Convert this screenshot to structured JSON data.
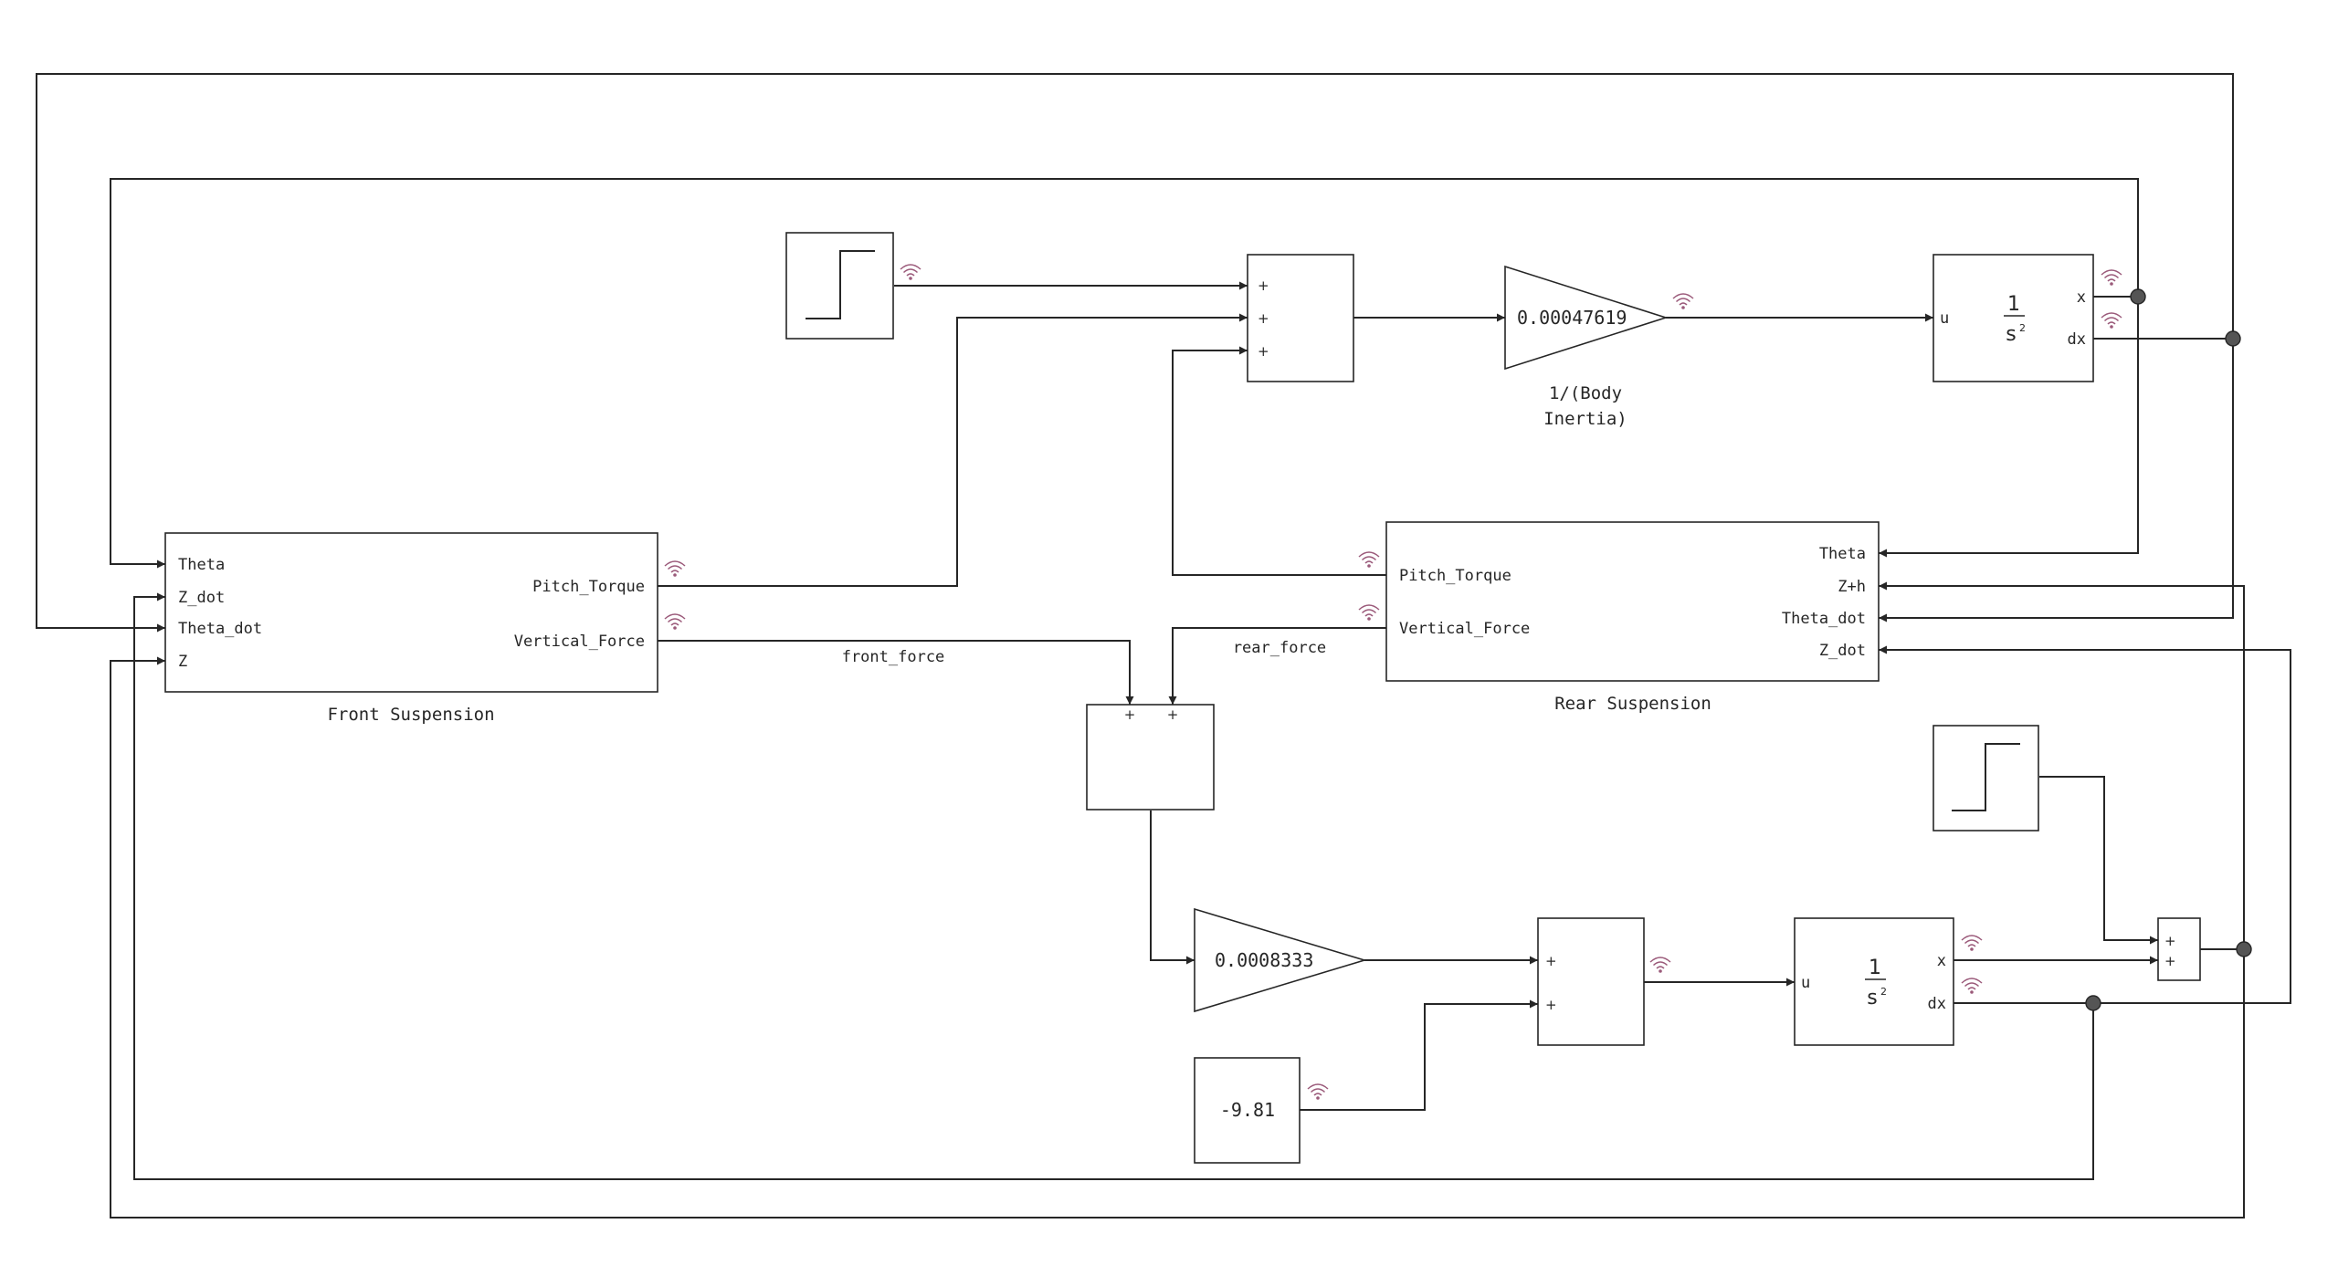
{
  "blocks": {
    "step_top": {},
    "step_right": {},
    "sum_pitch": {
      "signs": [
        "+",
        "+",
        "+"
      ]
    },
    "gain_pitch": {
      "value": "0.00047619",
      "label_line1": "1/(Body",
      "label_line2": "Inertia)"
    },
    "integrator_top": {
      "num": "1",
      "den": "s",
      "exp": "2",
      "in_port": "u",
      "out_x": "x",
      "out_dx": "dx"
    },
    "front_suspension": {
      "title": "Front Suspension",
      "inputs": [
        "Theta",
        "Z_dot",
        "Theta_dot",
        "Z"
      ],
      "outputs": [
        "Pitch_Torque",
        "Vertical_Force"
      ]
    },
    "rear_suspension": {
      "title": "Rear Suspension",
      "inputs": [
        "Theta",
        "Z+h",
        "Theta_dot",
        "Z_dot"
      ],
      "outputs": [
        "Pitch_Torque",
        "Vertical_Force"
      ]
    },
    "sum_force": {
      "signs": [
        "+",
        "+"
      ]
    },
    "gain_force": {
      "value": "0.0008333"
    },
    "sum_accel": {
      "signs": [
        "+",
        "+"
      ]
    },
    "integrator_bottom": {
      "num": "1",
      "den": "s",
      "exp": "2",
      "in_port": "u",
      "out_x": "x",
      "out_dx": "dx"
    },
    "constant_gravity": {
      "value": "-9.81"
    },
    "sum_height": {
      "signs": [
        "+",
        "+"
      ]
    }
  },
  "signals": {
    "front_force": "front_force",
    "rear_force": "rear_force"
  },
  "colors": {
    "line": "#262626",
    "signal_icon": "#9b5a7a"
  }
}
